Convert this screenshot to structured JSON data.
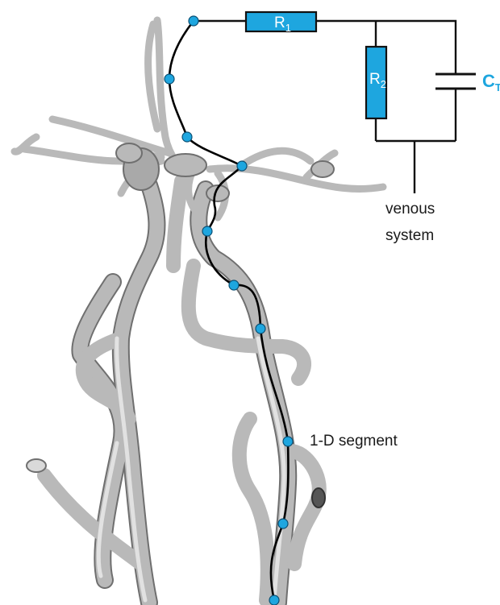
{
  "labels": {
    "r1": "R1",
    "r2": "R2",
    "ct": "CT",
    "venous_line1": "venous",
    "venous_line2": "system",
    "segment": "1-D segment"
  },
  "colors": {
    "accent": "#1ea6df",
    "vessel": "#b9b9b9",
    "wire": "#111111"
  }
}
